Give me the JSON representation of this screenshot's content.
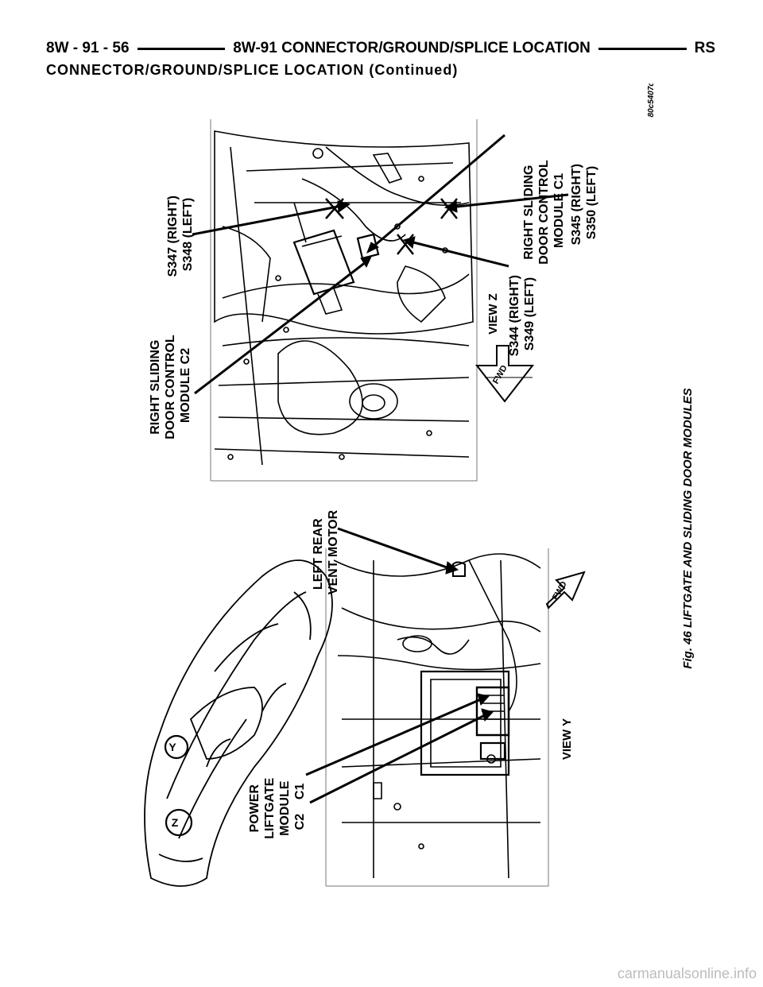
{
  "page": {
    "header_left": "8W - 91 - 56",
    "header_center": "8W-91 CONNECTOR/GROUND/SPLICE LOCATION",
    "header_right": "RS",
    "subtitle": "CONNECTOR/GROUND/SPLICE LOCATION (Continued)",
    "footer_link": "carmanualsonline.info"
  },
  "figure": {
    "caption": "Fig. 46 LIFTGATE AND SLIDING DOOR MODULES",
    "figure_id": "80c5407d",
    "labels": {
      "rsdcm_c1": [
        "RIGHT SLIDING",
        "DOOR CONTROL",
        "MODULE C1"
      ],
      "rsdcm_c2": [
        "RIGHT SLIDING",
        "DOOR CONTROL",
        "MODULE C2"
      ],
      "s347": [
        "S347 (RIGHT)",
        "S348 (LEFT)"
      ],
      "s345": [
        "S345 (RIGHT)",
        "S350 (LEFT)"
      ],
      "s344": [
        "S344 (RIGHT)",
        "S349 (LEFT)"
      ],
      "view_z": "VIEW Z",
      "view_y": "VIEW Y",
      "fwd": "FWD",
      "left_rear_vent": [
        "LEFT REAR",
        "VENT MOTOR"
      ],
      "power_liftgate": [
        "POWER",
        "LIFTGATE",
        "MODULE"
      ],
      "c2c1": "C2    C1",
      "marker_y": "Y",
      "marker_z": "Z"
    }
  }
}
